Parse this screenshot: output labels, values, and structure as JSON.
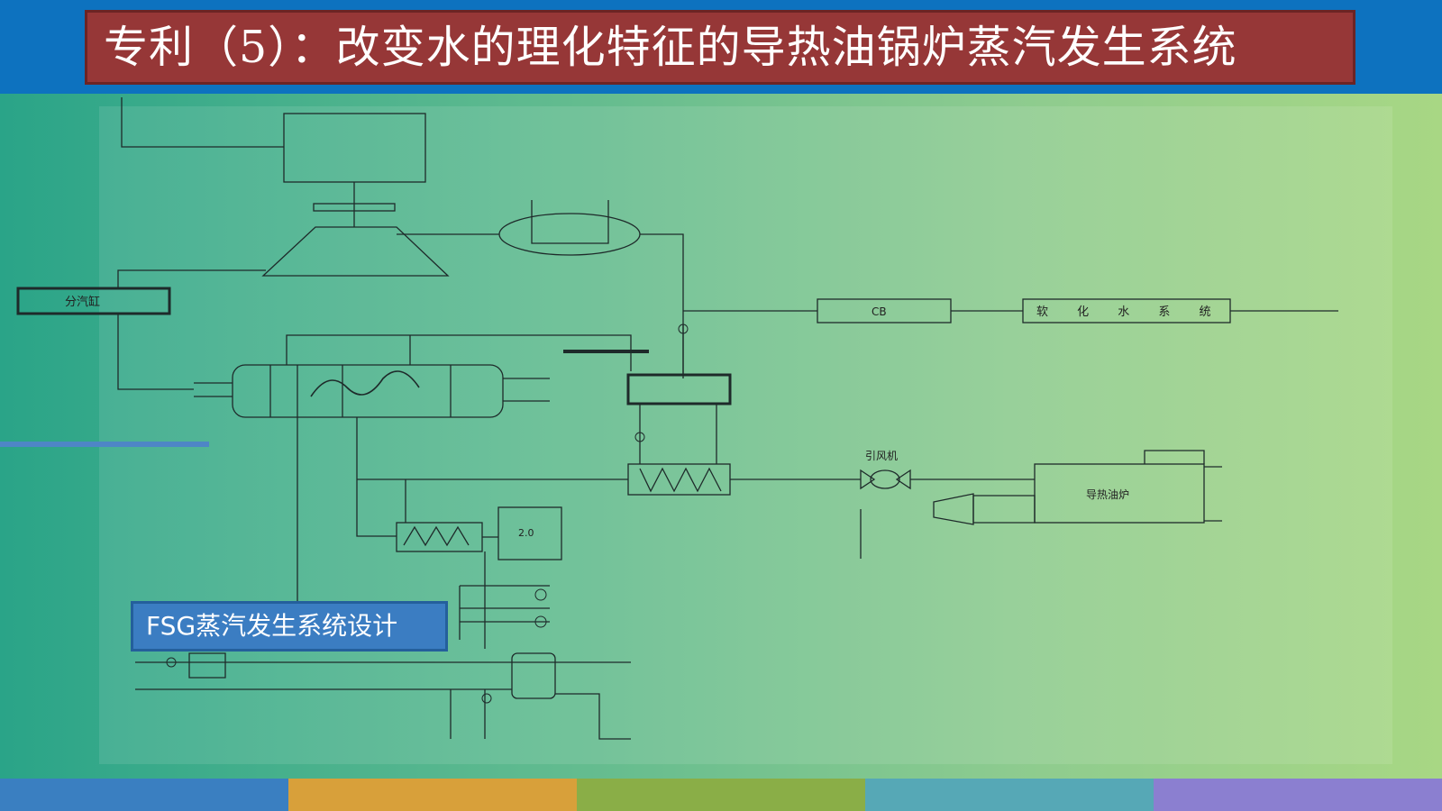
{
  "slide": {
    "title": "专利（5）：改变水的理化特征的导热油锅炉蒸汽发生系统",
    "caption": "FSG蒸汽发生系统设计"
  },
  "colors": {
    "header_band": "#0d72bf",
    "title_box": "#963737",
    "caption_box": "#3b7dc2",
    "bottom_bar": [
      "#3a7fc1",
      "#d8a03a",
      "#8aae47",
      "#56a8b6",
      "#8b7fd0"
    ]
  },
  "diagram": {
    "component_labels": {
      "steam_header": "分汽缸",
      "flow_meter": "CB",
      "water_unit": "软 化 水 系 统",
      "oil_furnace": "导热油炉",
      "fan_label": "引风机",
      "tank_label": "2.0"
    }
  }
}
